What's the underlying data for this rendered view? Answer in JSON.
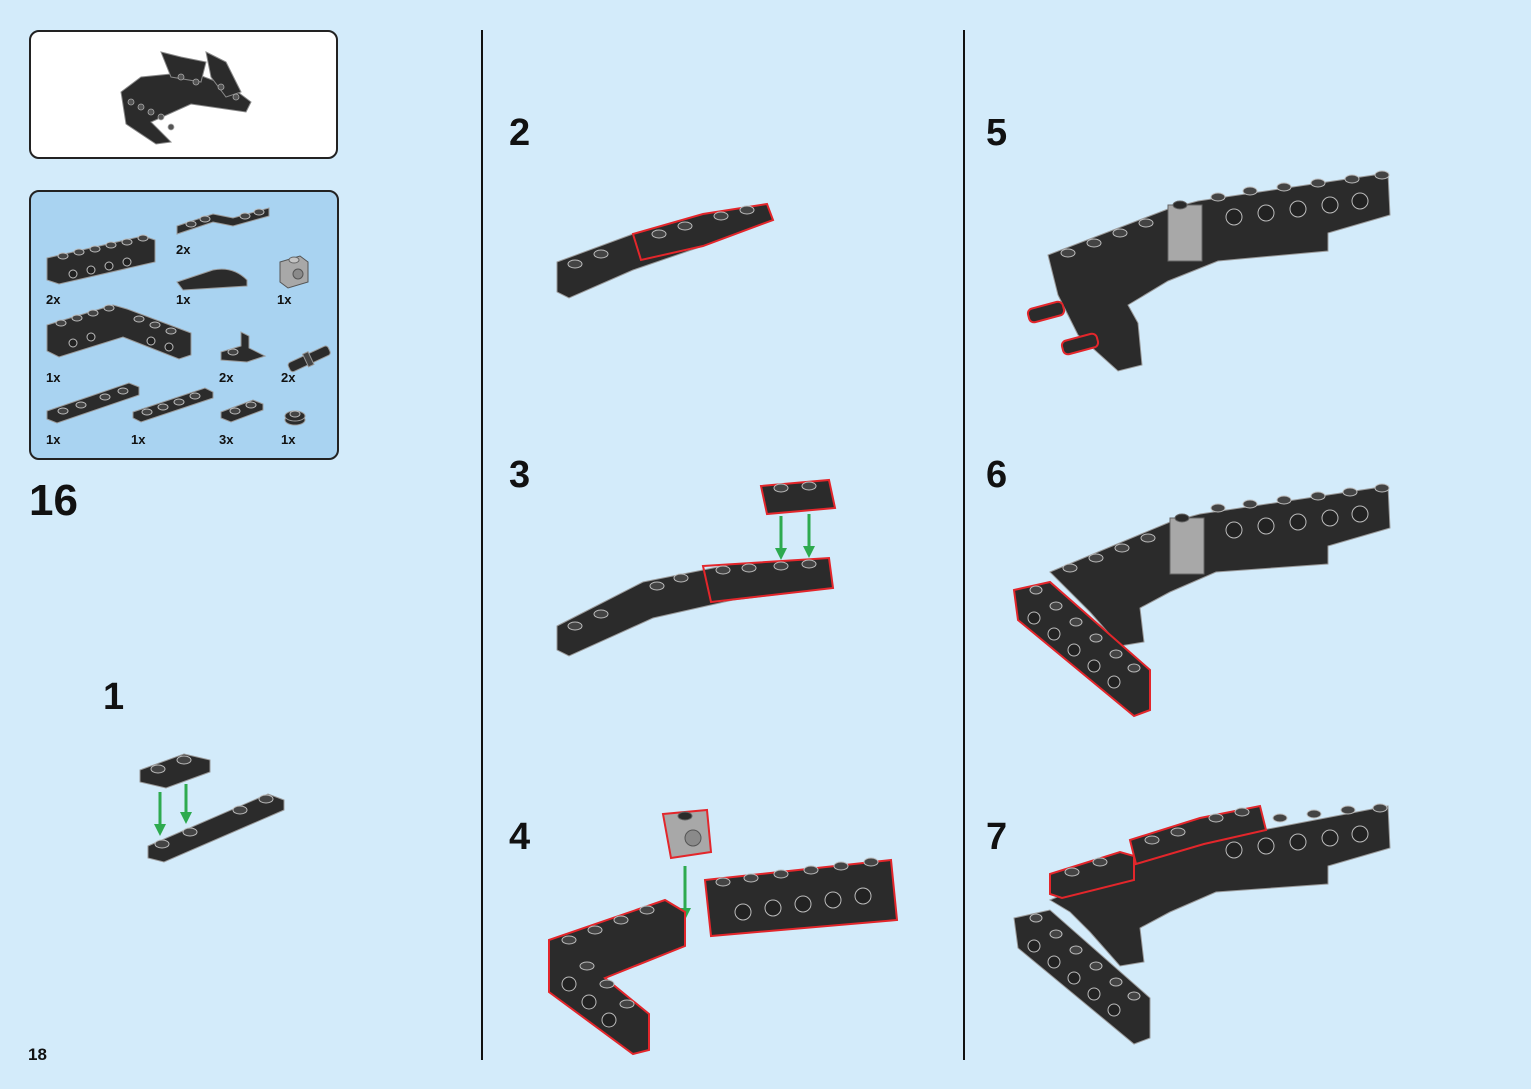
{
  "page_number": "18",
  "main_step": "16",
  "substeps": [
    "1",
    "2",
    "3",
    "4",
    "5",
    "6",
    "7"
  ],
  "parts": [
    {
      "qty": "2x",
      "icon": "technic-brick-1x6-icon"
    },
    {
      "qty": "2x",
      "icon": "plate-1x2-pair-icon"
    },
    {
      "qty": "1x",
      "icon": "curved-slope-icon"
    },
    {
      "qty": "1x",
      "icon": "technic-brick-1x1-icon"
    },
    {
      "qty": "1x",
      "icon": "technic-brick-bent-icon"
    },
    {
      "qty": "2x",
      "icon": "bracket-icon"
    },
    {
      "qty": "2x",
      "icon": "technic-pin-icon"
    },
    {
      "qty": "1x",
      "icon": "plate-1x4-clip-icon"
    },
    {
      "qty": "1x",
      "icon": "plate-1x4-icon"
    },
    {
      "qty": "3x",
      "icon": "plate-1x2-icon"
    },
    {
      "qty": "1x",
      "icon": "round-plate-icon"
    }
  ],
  "colors": {
    "background": "#d3ebfa",
    "parts_panel": "#a9d3f1",
    "brick": "#2b2b2b",
    "highlight": "#e3262b",
    "arrow": "#2daa4f"
  }
}
